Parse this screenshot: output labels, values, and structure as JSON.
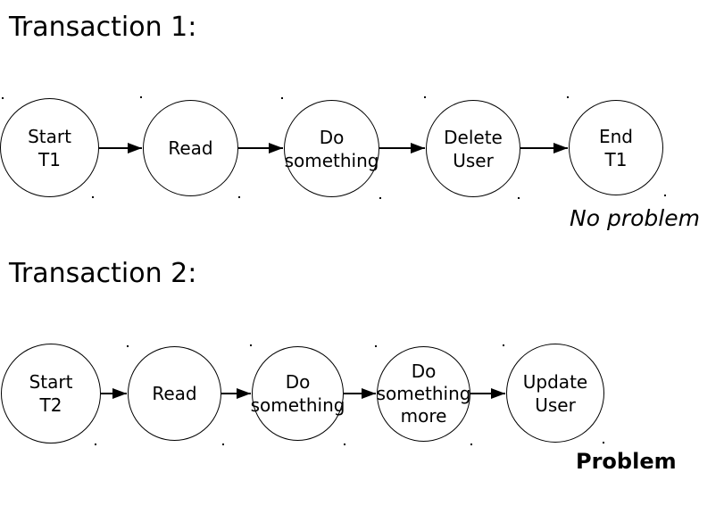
{
  "diagram": {
    "background_color": "#ffffff",
    "stroke_color": "#000000",
    "text_color": "#000000",
    "transactions": [
      {
        "title": "Transaction 1:",
        "nodes": [
          {
            "label": "Start\nT1"
          },
          {
            "label": "Read"
          },
          {
            "label": "Do\nsomething"
          },
          {
            "label": "Delete\nUser"
          },
          {
            "label": "End\nT1"
          }
        ],
        "annotation": "No problem"
      },
      {
        "title": "Transaction 2:",
        "nodes": [
          {
            "label": "Start\nT2"
          },
          {
            "label": "Read"
          },
          {
            "label": "Do\nsomething"
          },
          {
            "label": "Do\nsomething\nmore"
          },
          {
            "label": "Update\nUser"
          }
        ],
        "annotation": "Problem"
      }
    ]
  }
}
